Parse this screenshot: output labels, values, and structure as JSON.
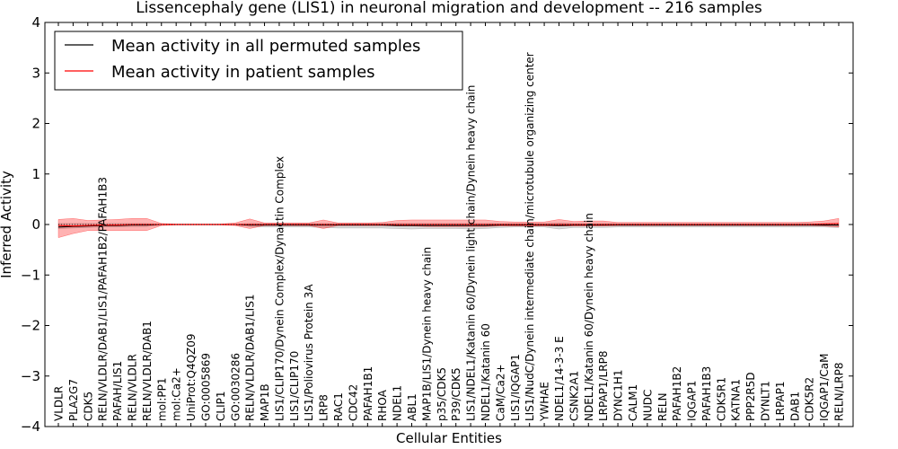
{
  "chart_data": {
    "type": "line",
    "title": "Lissencephaly gene (LIS1) in neuronal migration and development -- 216 samples",
    "xlabel": "Cellular Entities",
    "ylabel": "Inferred Activity",
    "ylim": [
      -4,
      4
    ],
    "yticks": [
      "−4",
      "−3",
      "−2",
      "−1",
      "0",
      "1",
      "2",
      "3",
      "4"
    ],
    "categories": [
      "VLDLR",
      "PLA2G7",
      "CDK5",
      "RELN/VLDLR/DAB1/LIS1/PAFAH1B2/PAFAH1B3",
      "PAFAH/LIS1",
      "RELN/VLDLR",
      "RELN/VLDLR/DAB1",
      "mol:PP1",
      "mol:Ca2+",
      "UniProt:Q4QZ09",
      "GO:0005869",
      "CLIP1",
      "GO:0030286",
      "RELN/VLDLR/DAB1/LIS1",
      "MAP1B",
      "LIS1/CLIP170/Dynein Complex/Dynactin Complex",
      "LIS1/CLIP170",
      "LIS1/Poliovirus Protein 3A",
      "LRP8",
      "RAC1",
      "CDC42",
      "PAFAH1B1",
      "RHOA",
      "NDEL1",
      "ABL1",
      "MAP1B/LIS1/Dynein heavy chain",
      "p35/CDK5",
      "P39/CDK5",
      "LIS1/NDEL1/Katanin 60/Dynein light chain/Dynein heavy chain",
      "NDEL1/Katanin 60",
      "CaM/Ca2+",
      "LIS1/IQGAP1",
      "LIS1/NudC/Dynein intermediate chain/microtubule organizing center",
      "YWHAE",
      "NDEL1/14-3-3 E",
      "CSNK2A1",
      "NDEL1/Katanin 60/Dynein heavy chain",
      "LRPAP1/LRP8",
      "DYNC1H1",
      "CALM1",
      "NUDC",
      "RELN",
      "PAFAH1B2",
      "IQGAP1",
      "PAFAH1B3",
      "CDK5R1",
      "KATNA1",
      "PPP2R5D",
      "DYNLT1",
      "LRPAP1",
      "DAB1",
      "CDK5R2",
      "IQGAP1/CaM",
      "RELN/LRP8"
    ],
    "series": [
      {
        "name": "Mean activity in all permuted samples",
        "color": "#000000",
        "values": [
          -0.05,
          -0.04,
          -0.03,
          -0.02,
          -0.02,
          -0.01,
          -0.01,
          0,
          0,
          0,
          0,
          0,
          0,
          -0.01,
          -0.01,
          -0.01,
          -0.01,
          -0.01,
          -0.01,
          -0.01,
          -0.01,
          -0.01,
          -0.01,
          -0.02,
          -0.02,
          -0.02,
          -0.02,
          -0.02,
          -0.02,
          -0.02,
          -0.01,
          -0.01,
          -0.01,
          -0.01,
          -0.02,
          -0.01,
          -0.01,
          -0.01,
          -0.01,
          -0.01,
          -0.01,
          -0.01,
          -0.01,
          -0.01,
          -0.01,
          -0.01,
          -0.01,
          -0.01,
          -0.01,
          -0.01,
          -0.01,
          -0.01,
          -0.01,
          -0.01
        ],
        "lower": [
          -0.08,
          -0.07,
          -0.06,
          -0.05,
          -0.05,
          -0.04,
          -0.04,
          -0.01,
          -0.01,
          -0.01,
          -0.01,
          -0.01,
          -0.01,
          -0.04,
          -0.05,
          -0.05,
          -0.05,
          -0.05,
          -0.06,
          -0.07,
          -0.07,
          -0.07,
          -0.07,
          -0.08,
          -0.09,
          -0.08,
          -0.08,
          -0.08,
          -0.09,
          -0.08,
          -0.06,
          -0.05,
          -0.05,
          -0.05,
          -0.09,
          -0.06,
          -0.06,
          -0.06,
          -0.05,
          -0.05,
          -0.05,
          -0.05,
          -0.05,
          -0.05,
          -0.05,
          -0.05,
          -0.05,
          -0.05,
          -0.05,
          -0.05,
          -0.05,
          -0.05,
          -0.05,
          -0.06
        ],
        "upper": [
          0.02,
          0.02,
          0.02,
          0.02,
          0.02,
          0.02,
          0.02,
          0.01,
          0.01,
          0.01,
          0.01,
          0.01,
          0.01,
          0.02,
          0.02,
          0.02,
          0.02,
          0.02,
          0.02,
          0.02,
          0.02,
          0.02,
          0.02,
          0.02,
          0.02,
          0.02,
          0.02,
          0.02,
          0.02,
          0.02,
          0.02,
          0.02,
          0.02,
          0.02,
          0.03,
          0.02,
          0.02,
          0.02,
          0.02,
          0.02,
          0.02,
          0.02,
          0.02,
          0.02,
          0.02,
          0.02,
          0.02,
          0.02,
          0.02,
          0.02,
          0.02,
          0.02,
          0.02,
          0.02
        ]
      },
      {
        "name": "Mean activity in patient samples",
        "color": "#ff0000",
        "values": [
          -0.02,
          -0.03,
          -0.02,
          -0.01,
          -0.01,
          0,
          0,
          0,
          0,
          0,
          0,
          0,
          0,
          0,
          0,
          0,
          0,
          0,
          0,
          0,
          0,
          0,
          0,
          0,
          0,
          0,
          0,
          0,
          0,
          0,
          0,
          0,
          0,
          0,
          0,
          0,
          0,
          0,
          0,
          0,
          0,
          0,
          0,
          0,
          0,
          0,
          0,
          0,
          0,
          0,
          0,
          0,
          0.01,
          0.02
        ],
        "lower": [
          -0.26,
          -0.18,
          -0.12,
          -0.12,
          -0.12,
          -0.12,
          -0.12,
          -0.02,
          -0.01,
          -0.01,
          -0.01,
          -0.01,
          -0.02,
          -0.08,
          -0.02,
          -0.02,
          -0.02,
          -0.02,
          -0.08,
          -0.02,
          -0.02,
          -0.02,
          -0.02,
          -0.03,
          -0.03,
          -0.04,
          -0.04,
          -0.04,
          -0.04,
          -0.04,
          -0.03,
          -0.03,
          -0.03,
          -0.03,
          -0.03,
          -0.03,
          -0.03,
          -0.03,
          -0.02,
          -0.02,
          -0.02,
          -0.02,
          -0.02,
          -0.02,
          -0.02,
          -0.02,
          -0.02,
          -0.02,
          -0.02,
          -0.02,
          -0.02,
          -0.02,
          -0.03,
          -0.05
        ],
        "upper": [
          0.1,
          0.12,
          0.08,
          0.09,
          0.1,
          0.12,
          0.12,
          0.02,
          0.01,
          0.01,
          0.01,
          0.01,
          0.03,
          0.11,
          0.03,
          0.03,
          0.03,
          0.03,
          0.09,
          0.03,
          0.03,
          0.03,
          0.04,
          0.08,
          0.09,
          0.09,
          0.09,
          0.09,
          0.09,
          0.09,
          0.06,
          0.05,
          0.05,
          0.05,
          0.1,
          0.06,
          0.07,
          0.07,
          0.04,
          0.04,
          0.04,
          0.04,
          0.04,
          0.04,
          0.04,
          0.04,
          0.04,
          0.04,
          0.04,
          0.04,
          0.04,
          0.05,
          0.07,
          0.12
        ]
      }
    ],
    "legend_position": "top-left",
    "grid": false
  }
}
